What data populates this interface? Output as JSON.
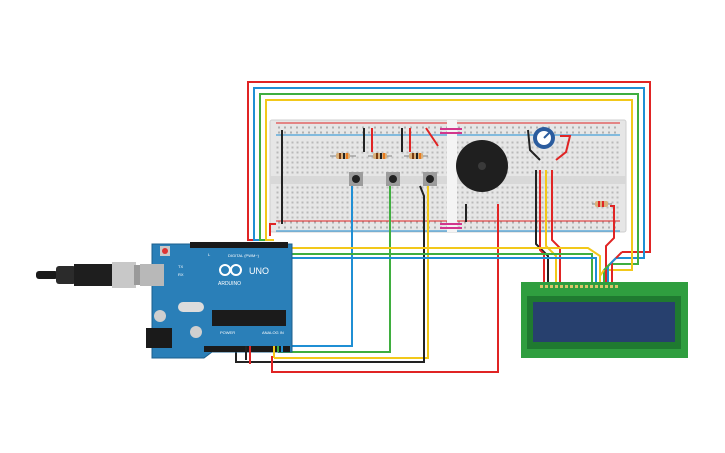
{
  "arduino": {
    "brand": "ARDUINO",
    "model": "UNO",
    "digital_label": "DIGITAL (PWM~)",
    "power_label": "POWER",
    "analog_label": "ANALOG IN",
    "led_labels": [
      "TX",
      "RX",
      "L"
    ]
  },
  "breadboard": {
    "color": "#eaeaea"
  },
  "lcd": {
    "screen_color": "#27406e",
    "pcb_color": "#2f9e3f"
  },
  "wire_colors": {
    "red": "#e02424",
    "blue": "#1f8fd4",
    "green": "#3fae3f",
    "yellow": "#f2c81a",
    "black": "#222222",
    "orange": "#e87a1e",
    "purple": "#8a3fb8"
  }
}
